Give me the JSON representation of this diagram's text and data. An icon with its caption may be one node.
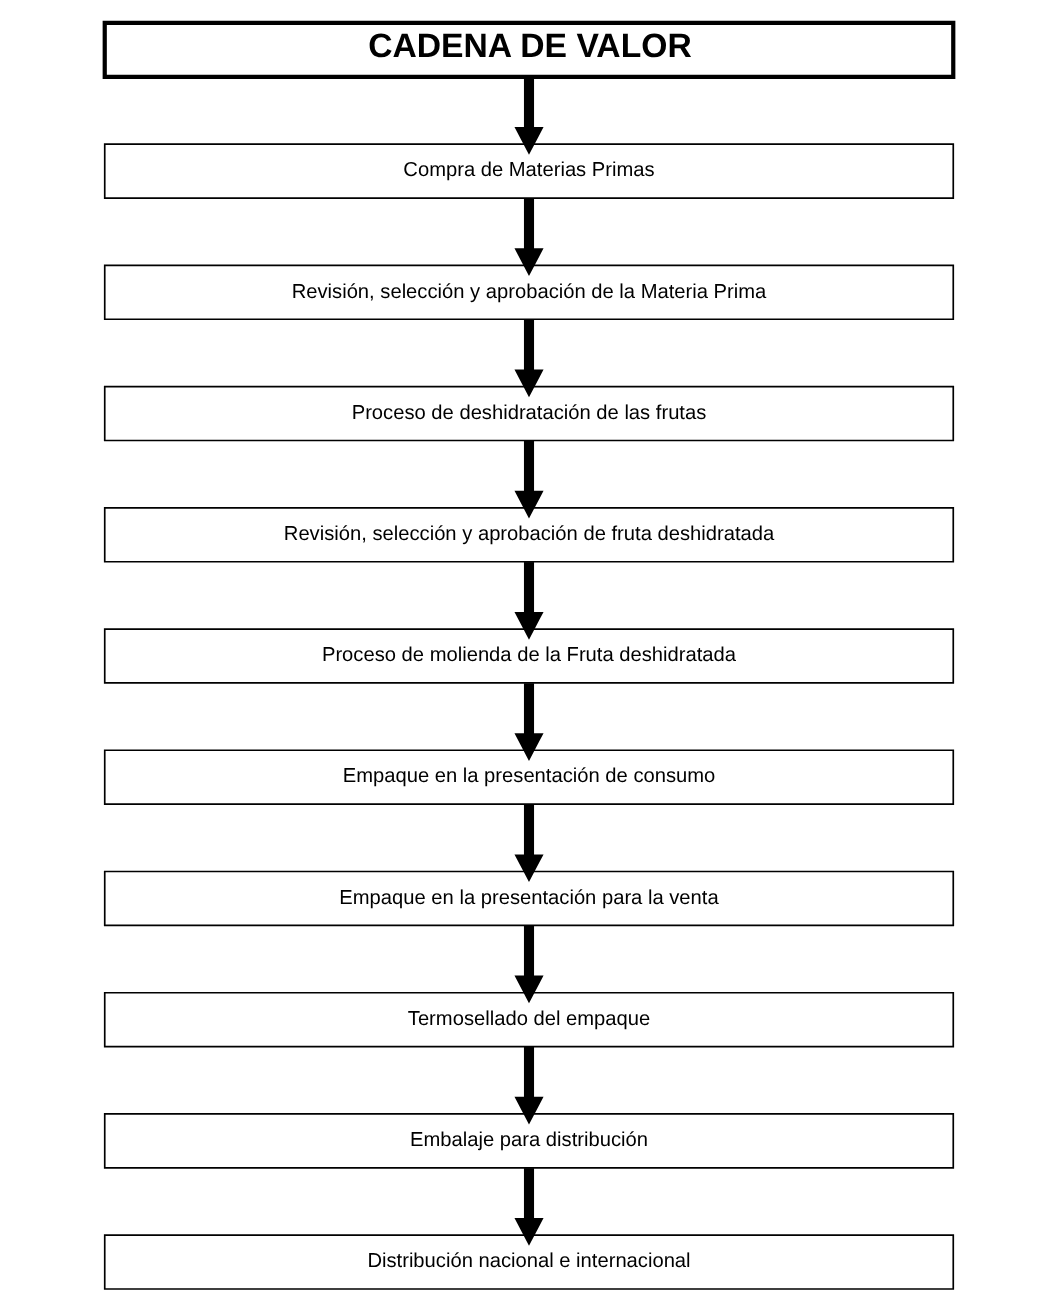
{
  "diagram": {
    "nodes": [
      {
        "text": [
          "CADENA DE VALOR"
        ]
      },
      {
        "text": [
          "Compra de Materias Primas"
        ]
      },
      {
        "text": [
          "Revisión, selección y aprobación de la Materia Prima"
        ]
      },
      {
        "text": [
          "Proceso de deshidratación de las frutas"
        ]
      },
      {
        "text": [
          "Revisión, selección y aprobación de fruta deshidratada"
        ]
      },
      {
        "text": [
          "Proceso de molienda de la Fruta deshidratada"
        ]
      },
      {
        "text": [
          "Empaque en la presentación de consumo"
        ]
      },
      {
        "text": [
          "Empaque en la presentación para la venta"
        ]
      },
      {
        "text": [
          "Termosellado del empaque"
        ]
      },
      {
        "text": [
          "Embalaje para distribución"
        ]
      },
      {
        "text": [
          "Distribución nacional e internacional"
        ]
      }
    ],
    "edges": [
      {
        "from": 0,
        "to": 1,
        "arrow": "to"
      },
      {
        "from": 1,
        "to": 2,
        "arrow": "to"
      },
      {
        "from": 2,
        "to": 3,
        "arrow": "to"
      },
      {
        "from": 3,
        "to": 4,
        "arrow": "to"
      },
      {
        "from": 4,
        "to": 5,
        "arrow": "to"
      },
      {
        "from": 5,
        "to": 6,
        "arrow": "to"
      },
      {
        "from": 6,
        "to": 7,
        "arrow": "to"
      },
      {
        "from": 7,
        "to": 8,
        "arrow": "to"
      },
      {
        "from": 8,
        "to": 9,
        "arrow": "to"
      },
      {
        "from": 9,
        "to": 10,
        "arrow": "to"
      }
    ]
  }
}
